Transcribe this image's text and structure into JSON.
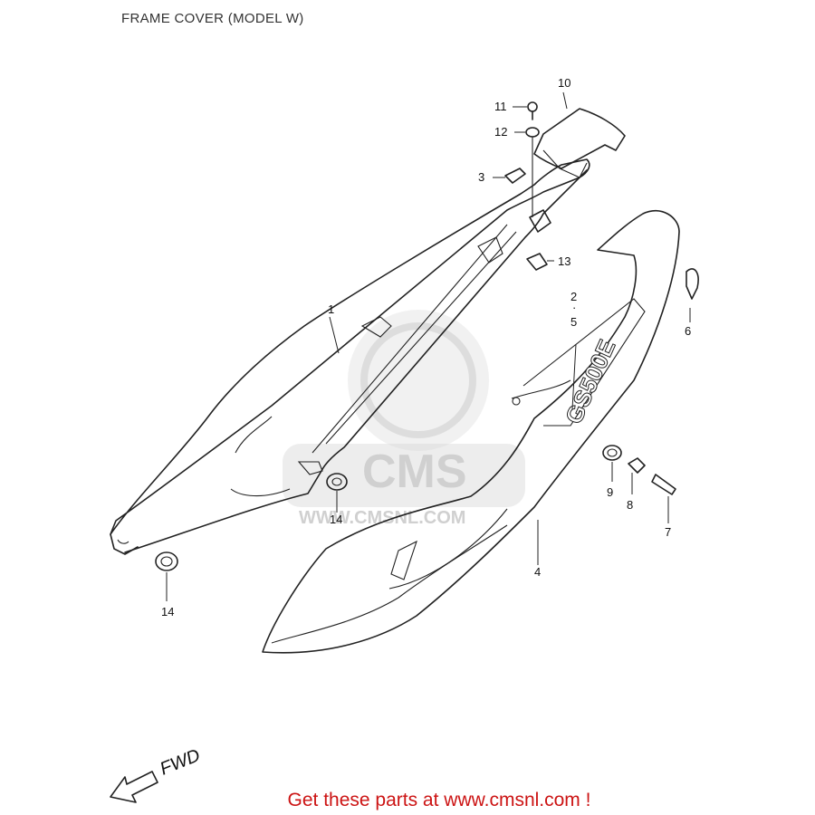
{
  "title": "FRAME COVER (MODEL W)",
  "cta": "Get these parts at www.cmsnl.com !",
  "direction_label": "FWD",
  "watermark": {
    "logo_text": "CMS",
    "url_text": "WWW.CMSNL.COM"
  },
  "part_callouts": [
    "1",
    "2",
    "5",
    "3",
    "4",
    "6",
    "7",
    "8",
    "9",
    "10",
    "11",
    "12",
    "13",
    "14",
    "14"
  ],
  "decal_text": "GS500E",
  "colors": {
    "cta": "#cc1414",
    "line": "#222222",
    "watermark": "#d0d0d0"
  }
}
